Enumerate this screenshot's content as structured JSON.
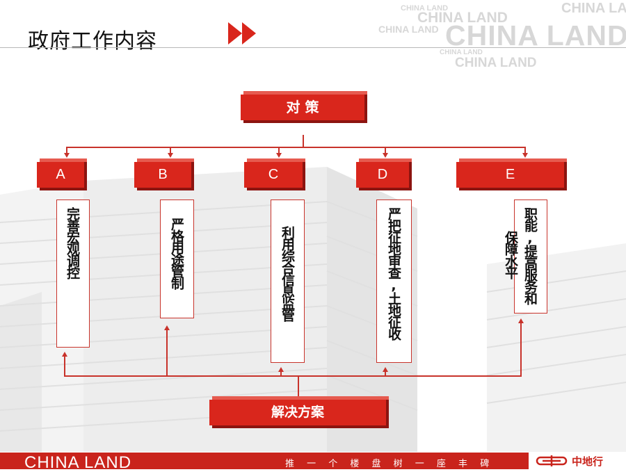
{
  "header": {
    "title": "政府工作内容"
  },
  "watermark": {
    "text": "CHINA LAND"
  },
  "diagram": {
    "top": "对 策",
    "branches": [
      {
        "letter": "A",
        "text": "完善宏观调控"
      },
      {
        "letter": "B",
        "text": "严格用途管制"
      },
      {
        "letter": "C",
        "text": "利用综合信息监管"
      },
      {
        "letter": "D",
        "text": "严把征地审查,土地征收"
      },
      {
        "letter": "E",
        "text_col1": "职能,提高服务和",
        "text_col2": "保障水平"
      }
    ],
    "bottom": "解决方案"
  },
  "footer": {
    "brand": "CHINA LAND",
    "slogan": "推 一 个 楼 盘   树 一 座 丰 碑",
    "logo_text": "中地行"
  },
  "colors": {
    "accent_red": "#d9261c",
    "dark_red": "#8c1410",
    "line_red": "#c8322a"
  }
}
